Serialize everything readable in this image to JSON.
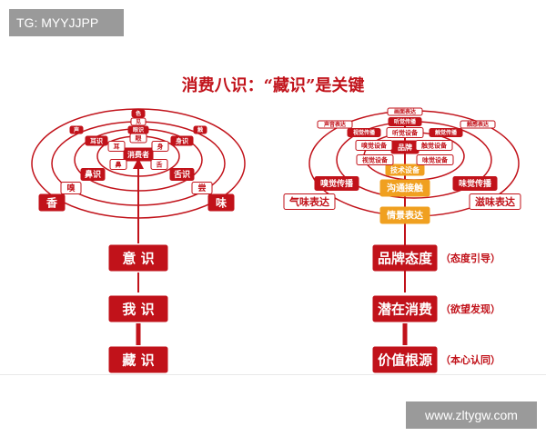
{
  "watermark_top": "TG: MYYJJPP",
  "watermark_bottom": "www.zltygw.com",
  "title": "消费八识：“藏识”是关键",
  "colors": {
    "red": "#c1121a",
    "orange": "#f0a020"
  },
  "left": {
    "center": "消费者",
    "inner": [
      "耳",
      "身",
      "鼻",
      "舌"
    ],
    "mid": [
      "眼",
      "耳识",
      "身识"
    ],
    "outer_left": [
      "鼻识",
      "嗅",
      "香"
    ],
    "outer_right": [
      "舌识",
      "尝",
      "味"
    ],
    "top": [
      "色",
      "见",
      "眼识"
    ],
    "corners": [
      "声",
      "触"
    ],
    "stack": [
      "意 识",
      "我 识",
      "藏 识"
    ]
  },
  "right": {
    "center": "品牌",
    "orange": [
      "技术设备",
      "沟通接触",
      "情景表达"
    ],
    "inner": [
      "听觉设备",
      "触觉设备",
      "嗅觉设备",
      "味觉设备",
      "视觉设备"
    ],
    "mid": [
      "听觉传播",
      "视觉传播",
      "触觉传播"
    ],
    "outer": [
      "嗅觉传播",
      "味觉传播"
    ],
    "expr": [
      "气味表达",
      "滋味表达",
      "画面表达",
      "声音表达",
      "触感表达"
    ],
    "stack": [
      {
        "label": "品牌态度",
        "note": "（态度引导）"
      },
      {
        "label": "潜在消费",
        "note": "（欲望发现）"
      },
      {
        "label": "价值根源",
        "note": "（本心认同）"
      }
    ]
  }
}
